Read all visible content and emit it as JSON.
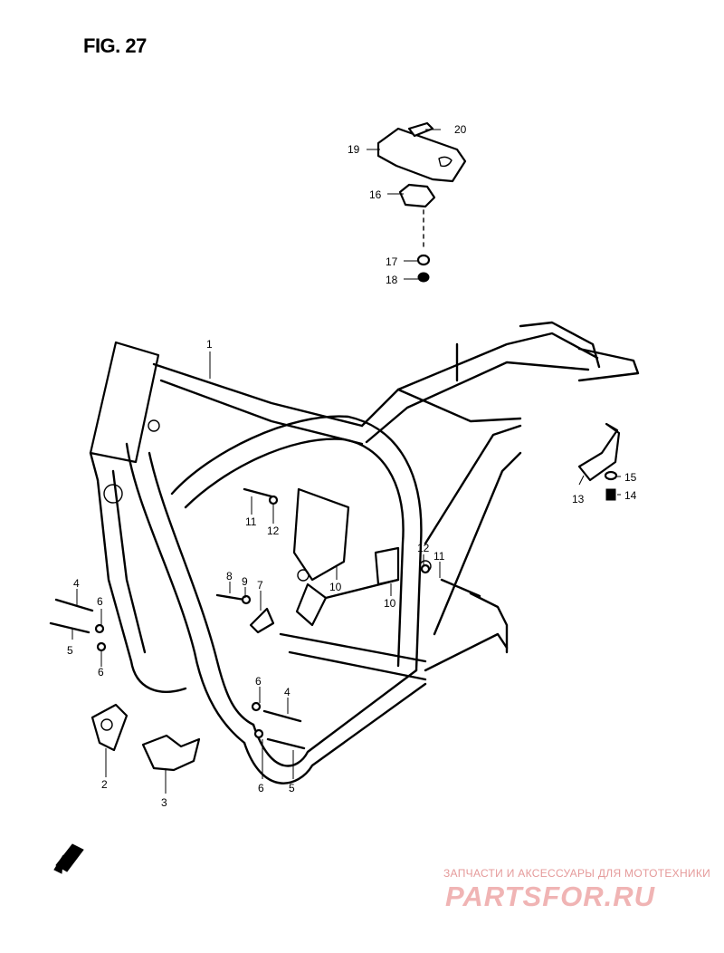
{
  "figure": {
    "title": "FIG. 27"
  },
  "callouts": [
    {
      "id": "c1",
      "label": "1"
    },
    {
      "id": "c2",
      "label": "2"
    },
    {
      "id": "c3",
      "label": "3"
    },
    {
      "id": "c4a",
      "label": "4"
    },
    {
      "id": "c4b",
      "label": "4"
    },
    {
      "id": "c5a",
      "label": "5"
    },
    {
      "id": "c5b",
      "label": "5"
    },
    {
      "id": "c6a",
      "label": "6"
    },
    {
      "id": "c6b",
      "label": "6"
    },
    {
      "id": "c6c",
      "label": "6"
    },
    {
      "id": "c6d",
      "label": "6"
    },
    {
      "id": "c7",
      "label": "7"
    },
    {
      "id": "c8",
      "label": "8"
    },
    {
      "id": "c9",
      "label": "9"
    },
    {
      "id": "c10a",
      "label": "10"
    },
    {
      "id": "c10b",
      "label": "10"
    },
    {
      "id": "c11a",
      "label": "11"
    },
    {
      "id": "c11b",
      "label": "11"
    },
    {
      "id": "c12a",
      "label": "12"
    },
    {
      "id": "c12b",
      "label": "12"
    },
    {
      "id": "c13",
      "label": "13"
    },
    {
      "id": "c14",
      "label": "14"
    },
    {
      "id": "c15",
      "label": "15"
    },
    {
      "id": "c16",
      "label": "16"
    },
    {
      "id": "c17",
      "label": "17"
    },
    {
      "id": "c18",
      "label": "18"
    },
    {
      "id": "c19",
      "label": "19"
    },
    {
      "id": "c20",
      "label": "20"
    }
  ],
  "watermark": {
    "tagline": "ЗАПЧАСТИ И АКСЕССУАРЫ ДЛЯ МОТОТЕХНИКИ",
    "logo": "PARTSFOR.RU"
  },
  "colors": {
    "line": "#000000",
    "background": "#ffffff",
    "watermark_text": "#e59a9a",
    "watermark_logo": "#f0b4b4"
  }
}
